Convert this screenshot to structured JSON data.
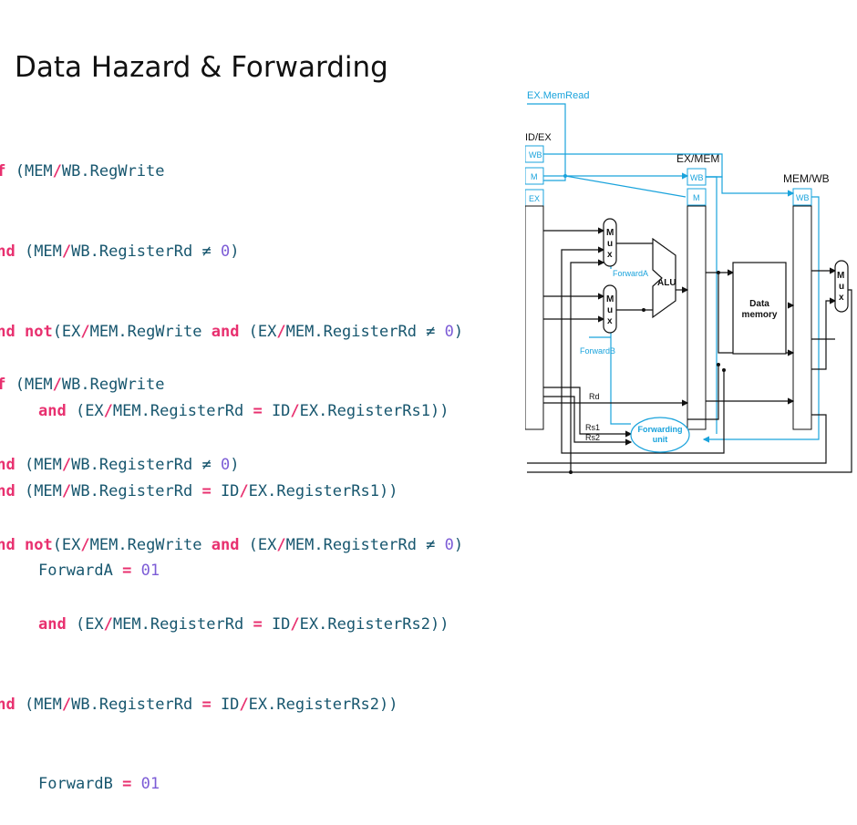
{
  "title": "Data Hazard & Forwarding",
  "blockA": {
    "l1": {
      "kw": "if",
      "a": " (MEM",
      "s": "/",
      "b": "WB.RegWrite"
    },
    "l2": {
      "kw": "and",
      "a": " (MEM",
      "s": "/",
      "b": "WB.RegisterRd ",
      "ne": "≠",
      "sp": " ",
      "z": "0",
      "e": ")"
    },
    "l3": {
      "kw": "and",
      "kw2": "not",
      "a": "(EX",
      "s": "/",
      "b": "MEM.RegWrite ",
      "kw3": "and",
      "c": " (EX",
      "s2": "/",
      "d": "MEM.RegisterRd ",
      "ne": "≠",
      "sp": " ",
      "z": "0",
      "e": ")"
    },
    "l4": {
      "kw": "and",
      "a": " (EX",
      "s": "/",
      "b": "MEM.RegisterRd ",
      "eq": "=",
      "c": " ID",
      "s2": "/",
      "d": "EX.RegisterRs1))"
    },
    "l5": {
      "kw": "and",
      "a": " (MEM",
      "s": "/",
      "b": "WB.RegisterRd ",
      "eq": "=",
      "c": " ID",
      "s2": "/",
      "d": "EX.RegisterRs1))"
    },
    "l6": {
      "a": "ForwardA ",
      "eq": "=",
      "sp": " ",
      "v": "01"
    }
  },
  "blockB": {
    "l1": {
      "kw": "if",
      "a": " (MEM",
      "s": "/",
      "b": "WB.RegWrite"
    },
    "l2": {
      "kw": "and",
      "a": " (MEM",
      "s": "/",
      "b": "WB.RegisterRd ",
      "ne": "≠",
      "sp": " ",
      "z": "0",
      "e": ")"
    },
    "l3": {
      "kw": "and",
      "kw2": "not",
      "a": "(EX",
      "s": "/",
      "b": "MEM.RegWrite ",
      "kw3": "and",
      "c": " (EX",
      "s2": "/",
      "d": "MEM.RegisterRd ",
      "ne": "≠",
      "sp": " ",
      "z": "0",
      "e": ")"
    },
    "l4": {
      "kw": "and",
      "a": " (EX",
      "s": "/",
      "b": "MEM.RegisterRd ",
      "eq": "=",
      "c": " ID",
      "s2": "/",
      "d": "EX.RegisterRs2))"
    },
    "l5": {
      "kw": "and",
      "a": " (MEM",
      "s": "/",
      "b": "WB.RegisterRd ",
      "eq": "=",
      "c": " ID",
      "s2": "/",
      "d": "EX.RegisterRs2))"
    },
    "l6": {
      "a": "ForwardB ",
      "eq": "=",
      "sp": " ",
      "v": "01"
    }
  },
  "diagram": {
    "memread": "EX.MemRead",
    "idex": "ID/EX",
    "exmem": "EX/MEM",
    "memwb": "MEM/WB",
    "wb": "WB",
    "m": "M",
    "ex": "EX",
    "mux_m": "M",
    "mux_u": "u",
    "mux_x": "x",
    "alu": "ALU",
    "data_mem_1": "Data",
    "data_mem_2": "memory",
    "forwardA": "ForwardA",
    "forwardB": "ForwardB",
    "rd": "Rd",
    "rs1": "Rs1",
    "rs2": "Rs2",
    "fwd_unit_1": "Forwarding",
    "fwd_unit_2": "unit",
    "colors": {
      "control": "#1aa3dc",
      "wire": "#111111",
      "keyword": "#e8306f",
      "number": "#7c5cd6",
      "text": "#17566e"
    }
  }
}
